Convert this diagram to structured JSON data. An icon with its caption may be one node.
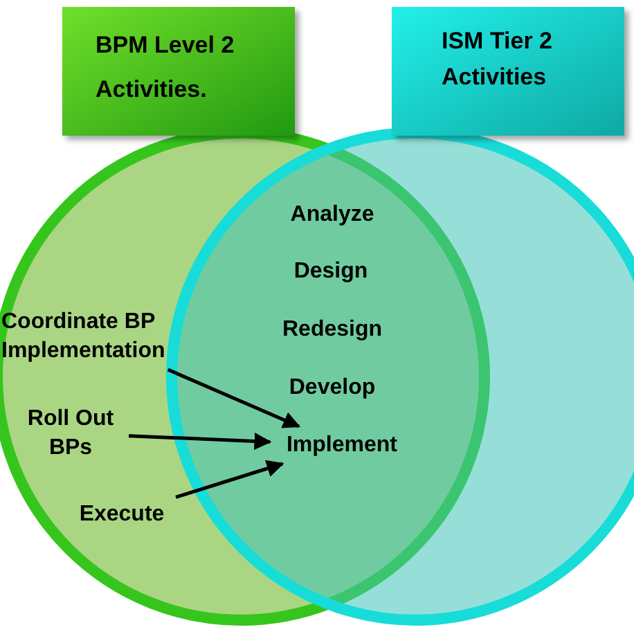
{
  "diagram": {
    "nodes": [
      {
        "text": [
          "BPM Level 2 Activities."
        ]
      },
      {
        "text": [
          "ISM Tier 2 Activities"
        ]
      },
      {
        "text": [
          "Coordinate BP Implementation"
        ]
      },
      {
        "text": [
          "Roll Out BPs"
        ]
      },
      {
        "text": [
          "Execute"
        ]
      },
      {
        "text": [
          "Implement"
        ]
      }
    ],
    "edges": [
      {
        "from": 2,
        "to": 5,
        "arrow": "to"
      },
      {
        "from": 3,
        "to": 5,
        "arrow": "to"
      },
      {
        "from": 4,
        "to": 5,
        "arrow": "to"
      }
    ],
    "labels": [
      "Analyze",
      "Design",
      "Redesign",
      "Develop"
    ]
  }
}
